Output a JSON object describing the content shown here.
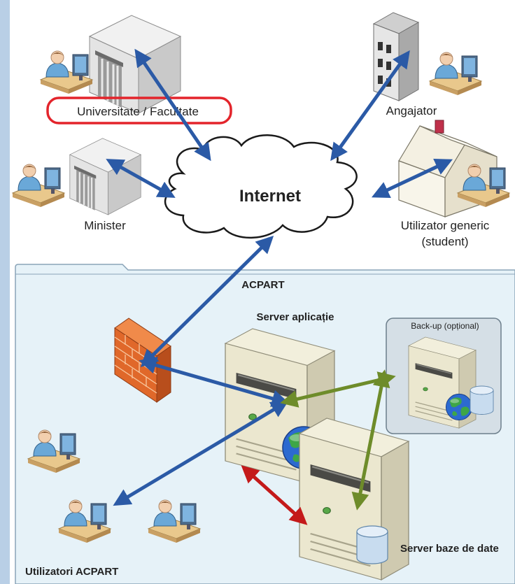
{
  "labels": {
    "university": "Universitate / Facultate",
    "minister": "Minister",
    "employer": "Angajator",
    "generic_user_line1": "Utilizator generic",
    "generic_user_line2": "(student)",
    "internet": "Internet",
    "acpart_zone": "ACPART",
    "app_server": "Server aplicație",
    "backup": "Back-up (opțional)",
    "db_server": "Server baze de date",
    "acpart_users": "Utilizatori ACPART"
  },
  "colors": {
    "background": "#b9cfe6",
    "zone_fill": "#e6f2f8",
    "blue_link": "#2b5aa6",
    "green_link": "#6e8c2a",
    "red_link": "#c41a1a",
    "highlight": "#e3242b",
    "firewall": "#e0682a"
  },
  "icons": {
    "university": "university-building-icon",
    "minister": "ministry-building-icon",
    "employer": "office-building-icon",
    "home": "house-icon",
    "internet": "cloud-icon",
    "firewall": "firewall-icon",
    "server": "server-tower-icon",
    "globe": "globe-icon",
    "database": "database-icon",
    "user": "user-at-computer-icon"
  }
}
